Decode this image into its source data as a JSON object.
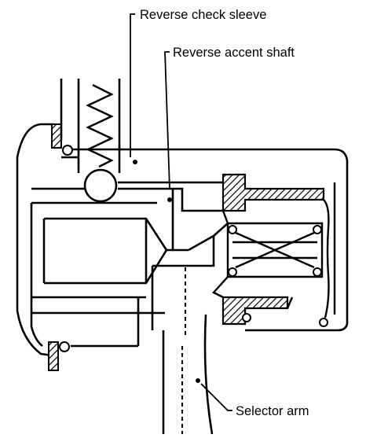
{
  "labels": {
    "reverse_check_sleeve": "Reverse check sleeve",
    "reverse_accent_shaft": "Reverse accent shaft",
    "selector_arm": "Selector arm"
  },
  "colors": {
    "line": "#000000",
    "background": "#ffffff"
  }
}
